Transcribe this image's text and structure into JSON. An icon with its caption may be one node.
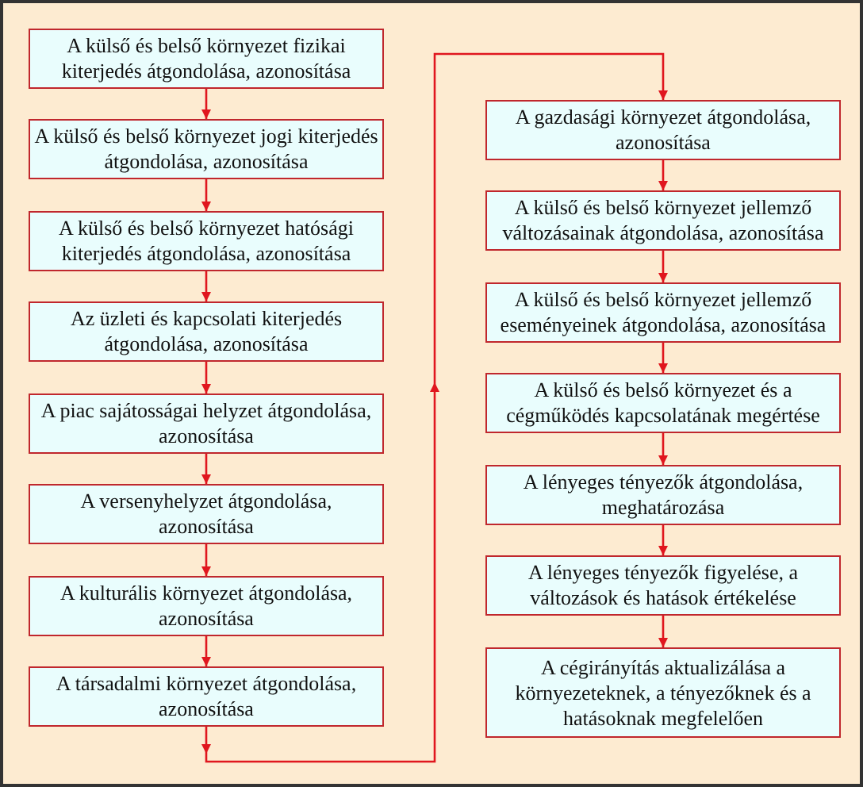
{
  "diagram": {
    "nodes": [
      {
        "text": [
          "A külső és belső környezet fizikai kiterjedés átgondolása, azonosítása"
        ]
      },
      {
        "text": [
          "A külső és belső környezet jogi kiterjedés átgondolása, azonosítása"
        ]
      },
      {
        "text": [
          "A külső és belső környezet hatósági kiterjedés átgondolása, azonosítása"
        ]
      },
      {
        "text": [
          "Az üzleti és kapcsolati kiterjedés átgondolása, azonosítása"
        ]
      },
      {
        "text": [
          "A piac sajátosságai helyzet átgondolása, azonosítása"
        ]
      },
      {
        "text": [
          "A versenyhelyzet átgondolása, azonosítása"
        ]
      },
      {
        "text": [
          "A kulturális környezet átgondolása, azonosítása"
        ]
      },
      {
        "text": [
          "A társadalmi környezet átgondolása, azonosítása"
        ]
      },
      {
        "text": [
          "A gazdasági környezet átgondolása, azonosítása"
        ]
      },
      {
        "text": [
          "A külső és belső környezet jellemző változásainak átgondolása, azonosítása"
        ]
      },
      {
        "text": [
          "A külső és belső környezet jellemző eseményeinek átgondolása, azonosítása"
        ]
      },
      {
        "text": [
          "A külső és belső környezet és a cégműködés kapcsolatának megértése"
        ]
      },
      {
        "text": [
          "A lényeges tényezők átgondolása, meghatározása"
        ]
      },
      {
        "text": [
          "A lényeges tényezők figyelése, a változások és hatások értékelése"
        ]
      },
      {
        "text": [
          "A cégirányítás aktualizálása a környezeteknek, a tényezőknek és a hatásoknak megfelelően"
        ]
      }
    ],
    "edges": [
      {
        "from": 0,
        "to": 1,
        "arrow": "to"
      },
      {
        "from": 1,
        "to": 2,
        "arrow": "to"
      },
      {
        "from": 2,
        "to": 3,
        "arrow": "to"
      },
      {
        "from": 3,
        "to": 4,
        "arrow": "to"
      },
      {
        "from": 4,
        "to": 5,
        "arrow": "to"
      },
      {
        "from": 5,
        "to": 6,
        "arrow": "to"
      },
      {
        "from": 6,
        "to": 7,
        "arrow": "to"
      },
      {
        "from": 7,
        "to": 8,
        "arrow": "to"
      },
      {
        "from": 8,
        "to": 9,
        "arrow": "to"
      },
      {
        "from": 9,
        "to": 10,
        "arrow": "to"
      },
      {
        "from": 10,
        "to": 11,
        "arrow": "to"
      },
      {
        "from": 11,
        "to": 12,
        "arrow": "to"
      },
      {
        "from": 12,
        "to": 13,
        "arrow": "to"
      },
      {
        "from": 13,
        "to": 14,
        "arrow": "to"
      }
    ]
  }
}
